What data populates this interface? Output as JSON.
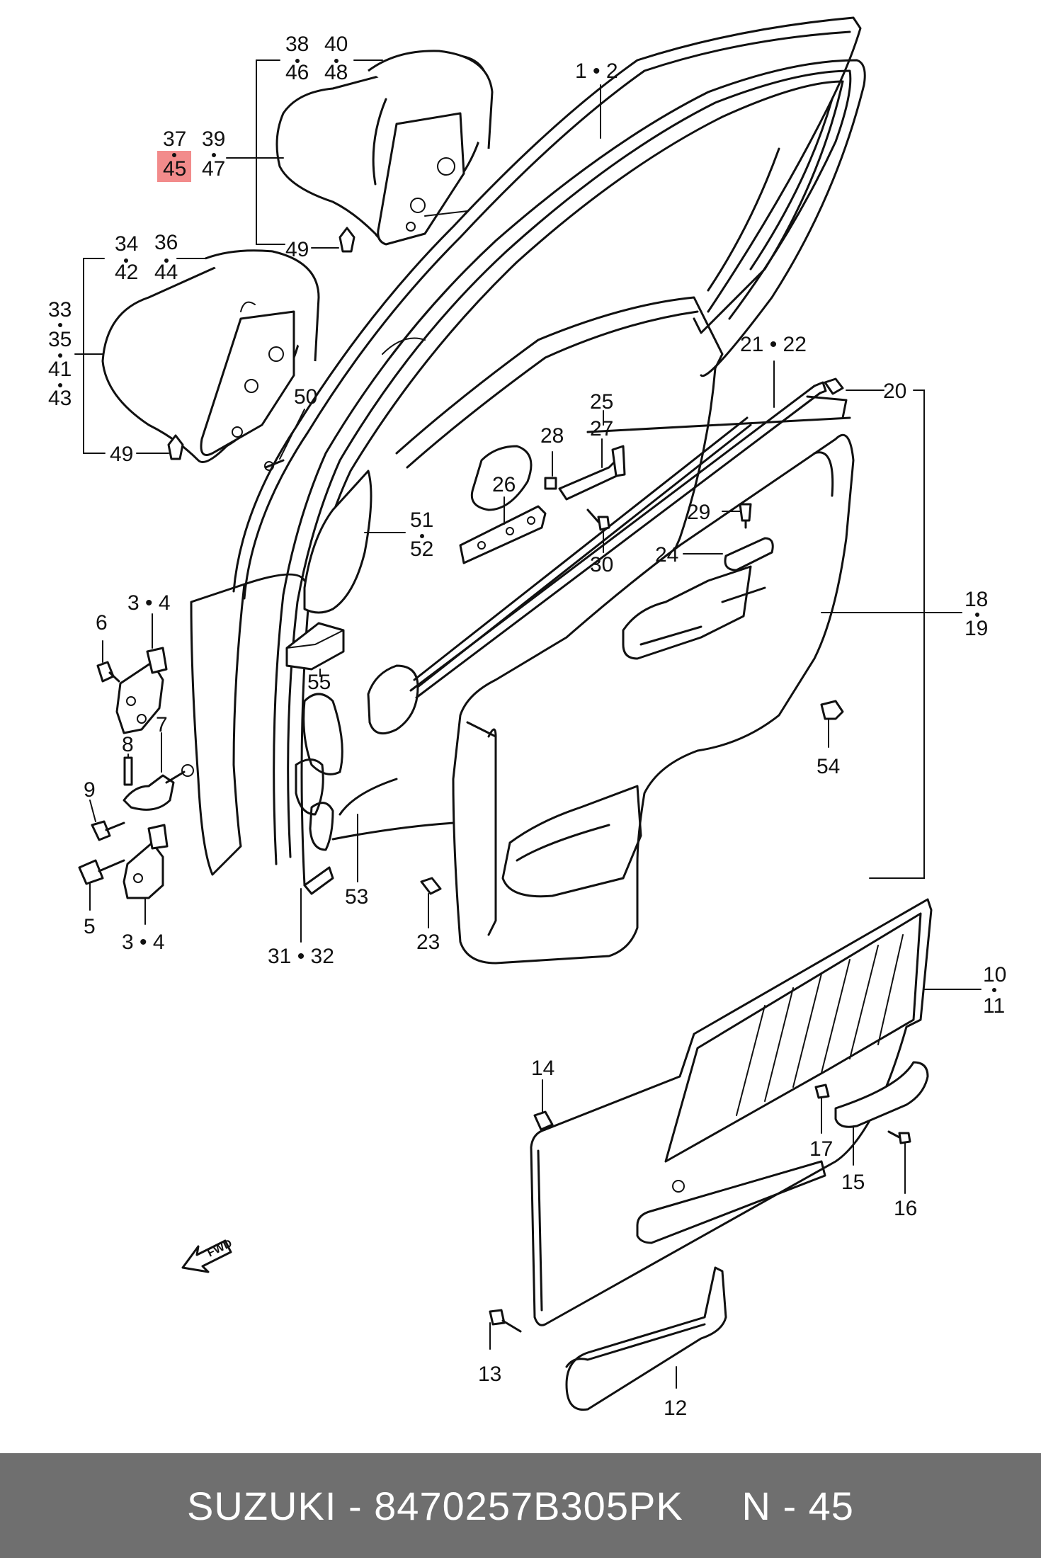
{
  "callouts": {
    "c_1_2": "1 • 2",
    "c_3_4_top": "3 • 4",
    "c_3_4_bottom": "3 • 4",
    "c_5": "5",
    "c_6": "6",
    "c_7": "7",
    "c_8": "8",
    "c_9": "9",
    "c_10": "10",
    "c_11": "11",
    "c_12": "12",
    "c_13": "13",
    "c_14": "14",
    "c_15": "15",
    "c_16": "16",
    "c_17": "17",
    "c_18": "18",
    "c_19": "19",
    "c_20": "20",
    "c_21_22": "21 • 22",
    "c_23": "23",
    "c_24": "24",
    "c_25": "25",
    "c_26": "26",
    "c_27": "27",
    "c_28": "28",
    "c_29": "29",
    "c_30": "30",
    "c_31_32": "31 • 32",
    "c_33": "33",
    "c_34": "34",
    "c_35": "35",
    "c_36": "36",
    "c_37": "37",
    "c_38": "38",
    "c_39": "39",
    "c_40": "40",
    "c_41": "41",
    "c_42": "42",
    "c_43": "43",
    "c_44": "44",
    "c_45": "45",
    "c_46": "46",
    "c_47": "47",
    "c_48": "48",
    "c_49_top": "49",
    "c_49_bottom": "49",
    "c_50": "50",
    "c_51": "51",
    "c_52": "52",
    "c_53": "53",
    "c_54": "54",
    "c_55": "55"
  },
  "fwd_label": "FWD",
  "highlight": {
    "part": "45",
    "color": "#f28b8b"
  },
  "footer": {
    "brand": "SUZUKI",
    "part_number": "8470257B305PK",
    "page": "N - 45",
    "text": "SUZUKI - 8470257B305PK     N - 45",
    "background": "#6f6f6f"
  }
}
